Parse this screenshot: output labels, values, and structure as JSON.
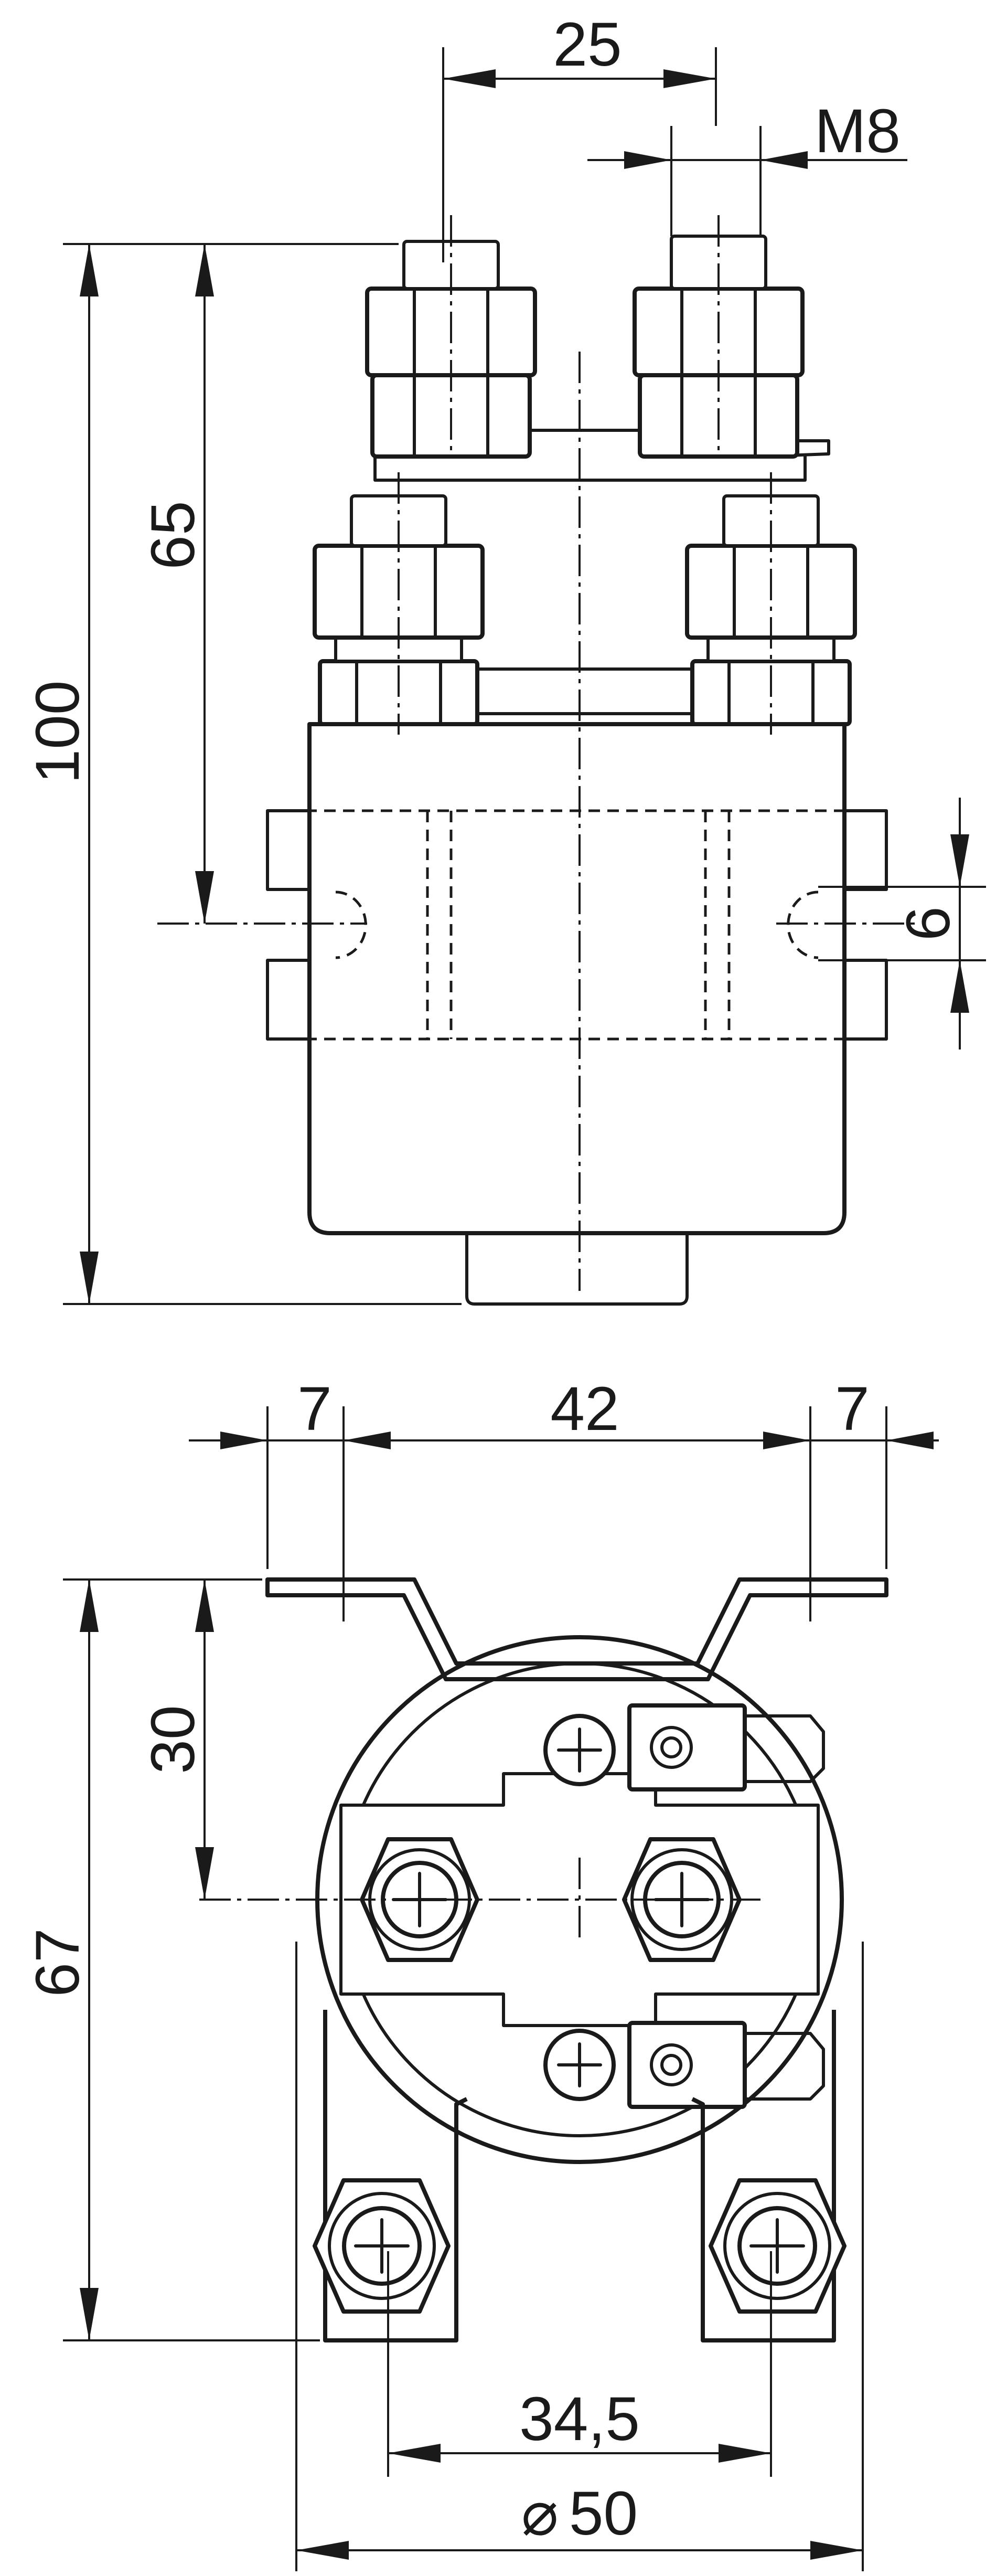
{
  "dimensions": {
    "top_view": {
      "terminal_spacing": "25",
      "thread_size": "M8",
      "overall_height": "100",
      "mount_height": "65",
      "slot_width": "6"
    },
    "bottom_view": {
      "bracket_left": "7",
      "bracket_span": "42",
      "bracket_right": "7",
      "bracket_offset": "30",
      "overall_depth": "67",
      "terminal_spacing": "34,5",
      "diameter": "50",
      "diameter_symbol": "⌀"
    }
  },
  "colors": {
    "line": "#1a1a1a",
    "background": "#ffffff"
  }
}
